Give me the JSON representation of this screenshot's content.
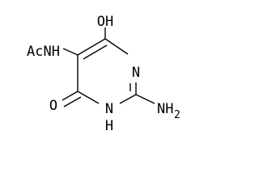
{
  "molecule": {
    "atoms": {
      "hydroxyl": "OH",
      "acetamido": "AcNH",
      "ring_n_top": "N",
      "ring_n_bottom": "N",
      "ring_nh_h": "H",
      "amino": "NH",
      "amino_subscript": "2",
      "carbonyl_o": "O"
    }
  }
}
